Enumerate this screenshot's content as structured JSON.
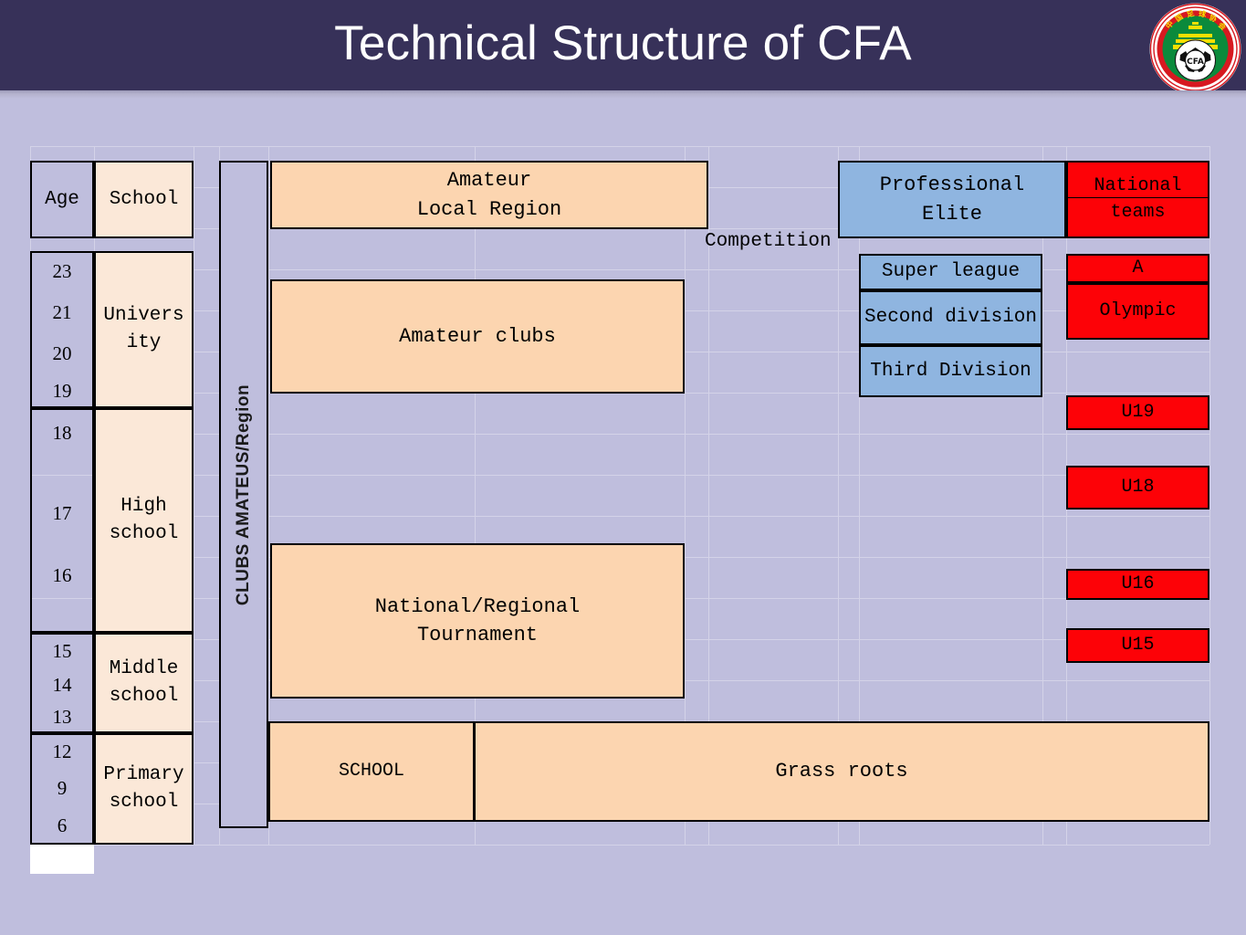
{
  "header": {
    "title": "Technical Structure of CFA",
    "logo_name": "cfa-logo",
    "bar_color": "#373159",
    "title_color": "#ffffff"
  },
  "colors": {
    "background": "#bfbedd",
    "orange": "#fcd5b0",
    "peach": "#fbe8d8",
    "blue": "#8fb5e0",
    "red": "#fd0207",
    "gridline": "#d4d3e8",
    "border": "#000000"
  },
  "table_headers": {
    "age": "Age",
    "school": "School"
  },
  "ages": [
    "23",
    "21",
    "20",
    "19",
    "18",
    "17",
    "16",
    "15",
    "14",
    "13",
    "12",
    "9",
    "6"
  ],
  "schools": [
    {
      "label": "Univers\nity"
    },
    {
      "label": "High\nschool"
    },
    {
      "label": "Middle\nschool"
    },
    {
      "label": "Primary\nschool"
    }
  ],
  "clubs_column": {
    "label": "CLUBS  AMATEUS/Region"
  },
  "competition": {
    "label": "Competition"
  },
  "amateur": {
    "top_box": "Amateur\nLocal Region",
    "clubs_box": "Amateur clubs",
    "tournament_box": "National/Regional\nTournament"
  },
  "professional": {
    "header": "Professional\nElite",
    "leagues": [
      "Super league",
      "Second division",
      "Third Division"
    ]
  },
  "national_teams": {
    "header": "National\nteams",
    "senior": "A",
    "olympic": "Olympic",
    "youth": [
      "U19",
      "U18",
      "U16",
      "U15"
    ]
  },
  "grassroots": {
    "school": "SCHOOL",
    "grass_roots": "Grass roots"
  }
}
